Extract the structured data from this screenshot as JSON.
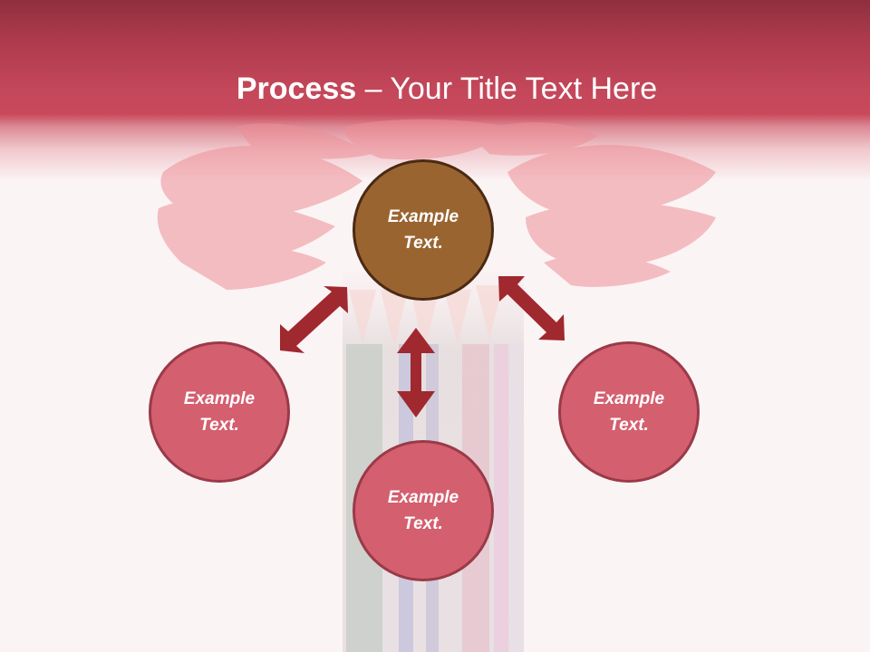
{
  "slide": {
    "title": {
      "bold": "Process",
      "rest": " – Your Title Text Here"
    },
    "nodes": {
      "top": {
        "label": "Example Text."
      },
      "left": {
        "label": "Example Text."
      },
      "right": {
        "label": "Example Text."
      },
      "bottom": {
        "label": "Example Text."
      }
    },
    "colors": {
      "header_top": "#8f2f3e",
      "header_bottom": "#c9495c",
      "background": "#fbf4f5",
      "main_node_fill": "#9a6431",
      "main_node_border": "#4a2a12",
      "sub_node_fill": "#d45f6f",
      "sub_node_border": "#9a3a48",
      "arrow": "#a0282f"
    },
    "arrows": [
      {
        "name": "double-arrow-top-left",
        "direction": "diagonal"
      },
      {
        "name": "double-arrow-top-right",
        "direction": "diagonal"
      },
      {
        "name": "double-arrow-vertical",
        "direction": "vertical"
      }
    ]
  }
}
